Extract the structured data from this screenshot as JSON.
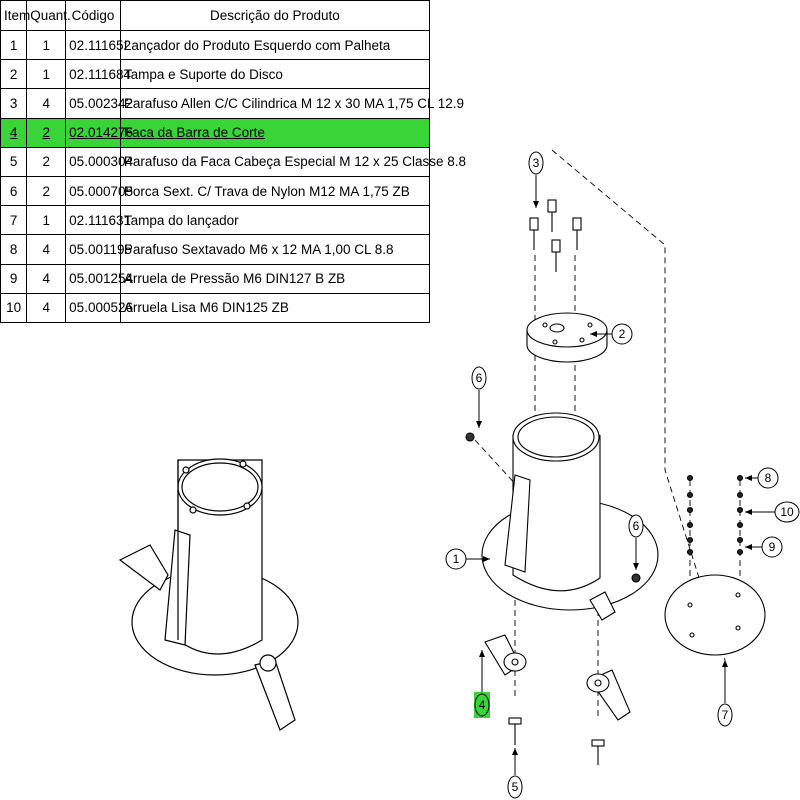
{
  "table": {
    "headers": [
      "Item",
      "Quant.",
      "Código",
      "Descrição do Produto"
    ],
    "rows": [
      {
        "item": "1",
        "qty": "1",
        "code": "02.111652",
        "desc": "Lançador do Produto Esquerdo com Palheta"
      },
      {
        "item": "2",
        "qty": "1",
        "code": "02.111684",
        "desc": "Tampa e Suporte do Disco"
      },
      {
        "item": "3",
        "qty": "4",
        "code": "05.002342",
        "desc": "Parafuso Allen C/C Cilindrica M 12 x 30 MA 1,75 CL 12.9"
      },
      {
        "item": "4",
        "qty": "2",
        "code": "02.014276",
        "desc": "Faca da Barra de Corte"
      },
      {
        "item": "5",
        "qty": "2",
        "code": "05.000304",
        "desc": "Parafuso da Faca Cabeça Especial M 12 x 25 Classe 8.8"
      },
      {
        "item": "6",
        "qty": "2",
        "code": "05.000705",
        "desc": "Porca Sext. C/ Trava de Nylon M12 MA 1,75 ZB"
      },
      {
        "item": "7",
        "qty": "1",
        "code": "02.111631",
        "desc": "Tampa do lançador"
      },
      {
        "item": "8",
        "qty": "4",
        "code": "05.001195",
        "desc": "Parafuso Sextavado M6 x 12 MA 1,00 CL 8.8"
      },
      {
        "item": "9",
        "qty": "4",
        "code": "05.001254",
        "desc": "Arruela de Pressão M6 DIN127 B ZB"
      },
      {
        "item": "10",
        "qty": "4",
        "code": "05.000526",
        "desc": "Arruela Lisa M6 DIN125 ZB"
      }
    ],
    "highlight_item": "4",
    "highlight_color": "#38d438"
  },
  "callouts": {
    "c1": "1",
    "c2": "2",
    "c3": "3",
    "c4": "4",
    "c5": "5",
    "c6a": "6",
    "c6b": "6",
    "c7": "7",
    "c8": "8",
    "c9": "9",
    "c10": "10"
  }
}
